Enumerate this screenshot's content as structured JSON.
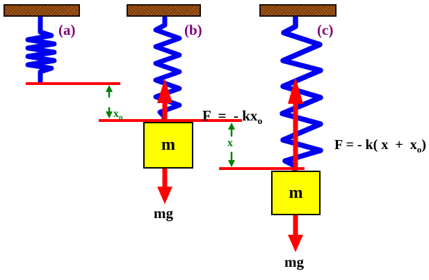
{
  "diagram": {
    "labels": {
      "a": "(a)",
      "b": "(b)",
      "c": "(c)"
    },
    "formula_b": {
      "main": "F  =  - kx",
      "sub": "o"
    },
    "formula_c": {
      "main": "F = - k( x  +  x",
      "sub": "o",
      "close": ")"
    },
    "mass_b": "m",
    "mass_c": "m",
    "weight_b": "mg",
    "weight_c": "mg",
    "measure_x0": {
      "main": "x",
      "sub": "o"
    },
    "measure_x": "x",
    "colors": {
      "spring": "#0000f0",
      "force_arrow": "#ff0000",
      "reference_line": "#ff0000",
      "measure_arrow": "#008000",
      "panel_label": "#800080",
      "mass_fill": "#ffff00",
      "mass_border": "#000000",
      "ceiling_fill": "#9a4f12",
      "equation_text": "#000000"
    }
  }
}
